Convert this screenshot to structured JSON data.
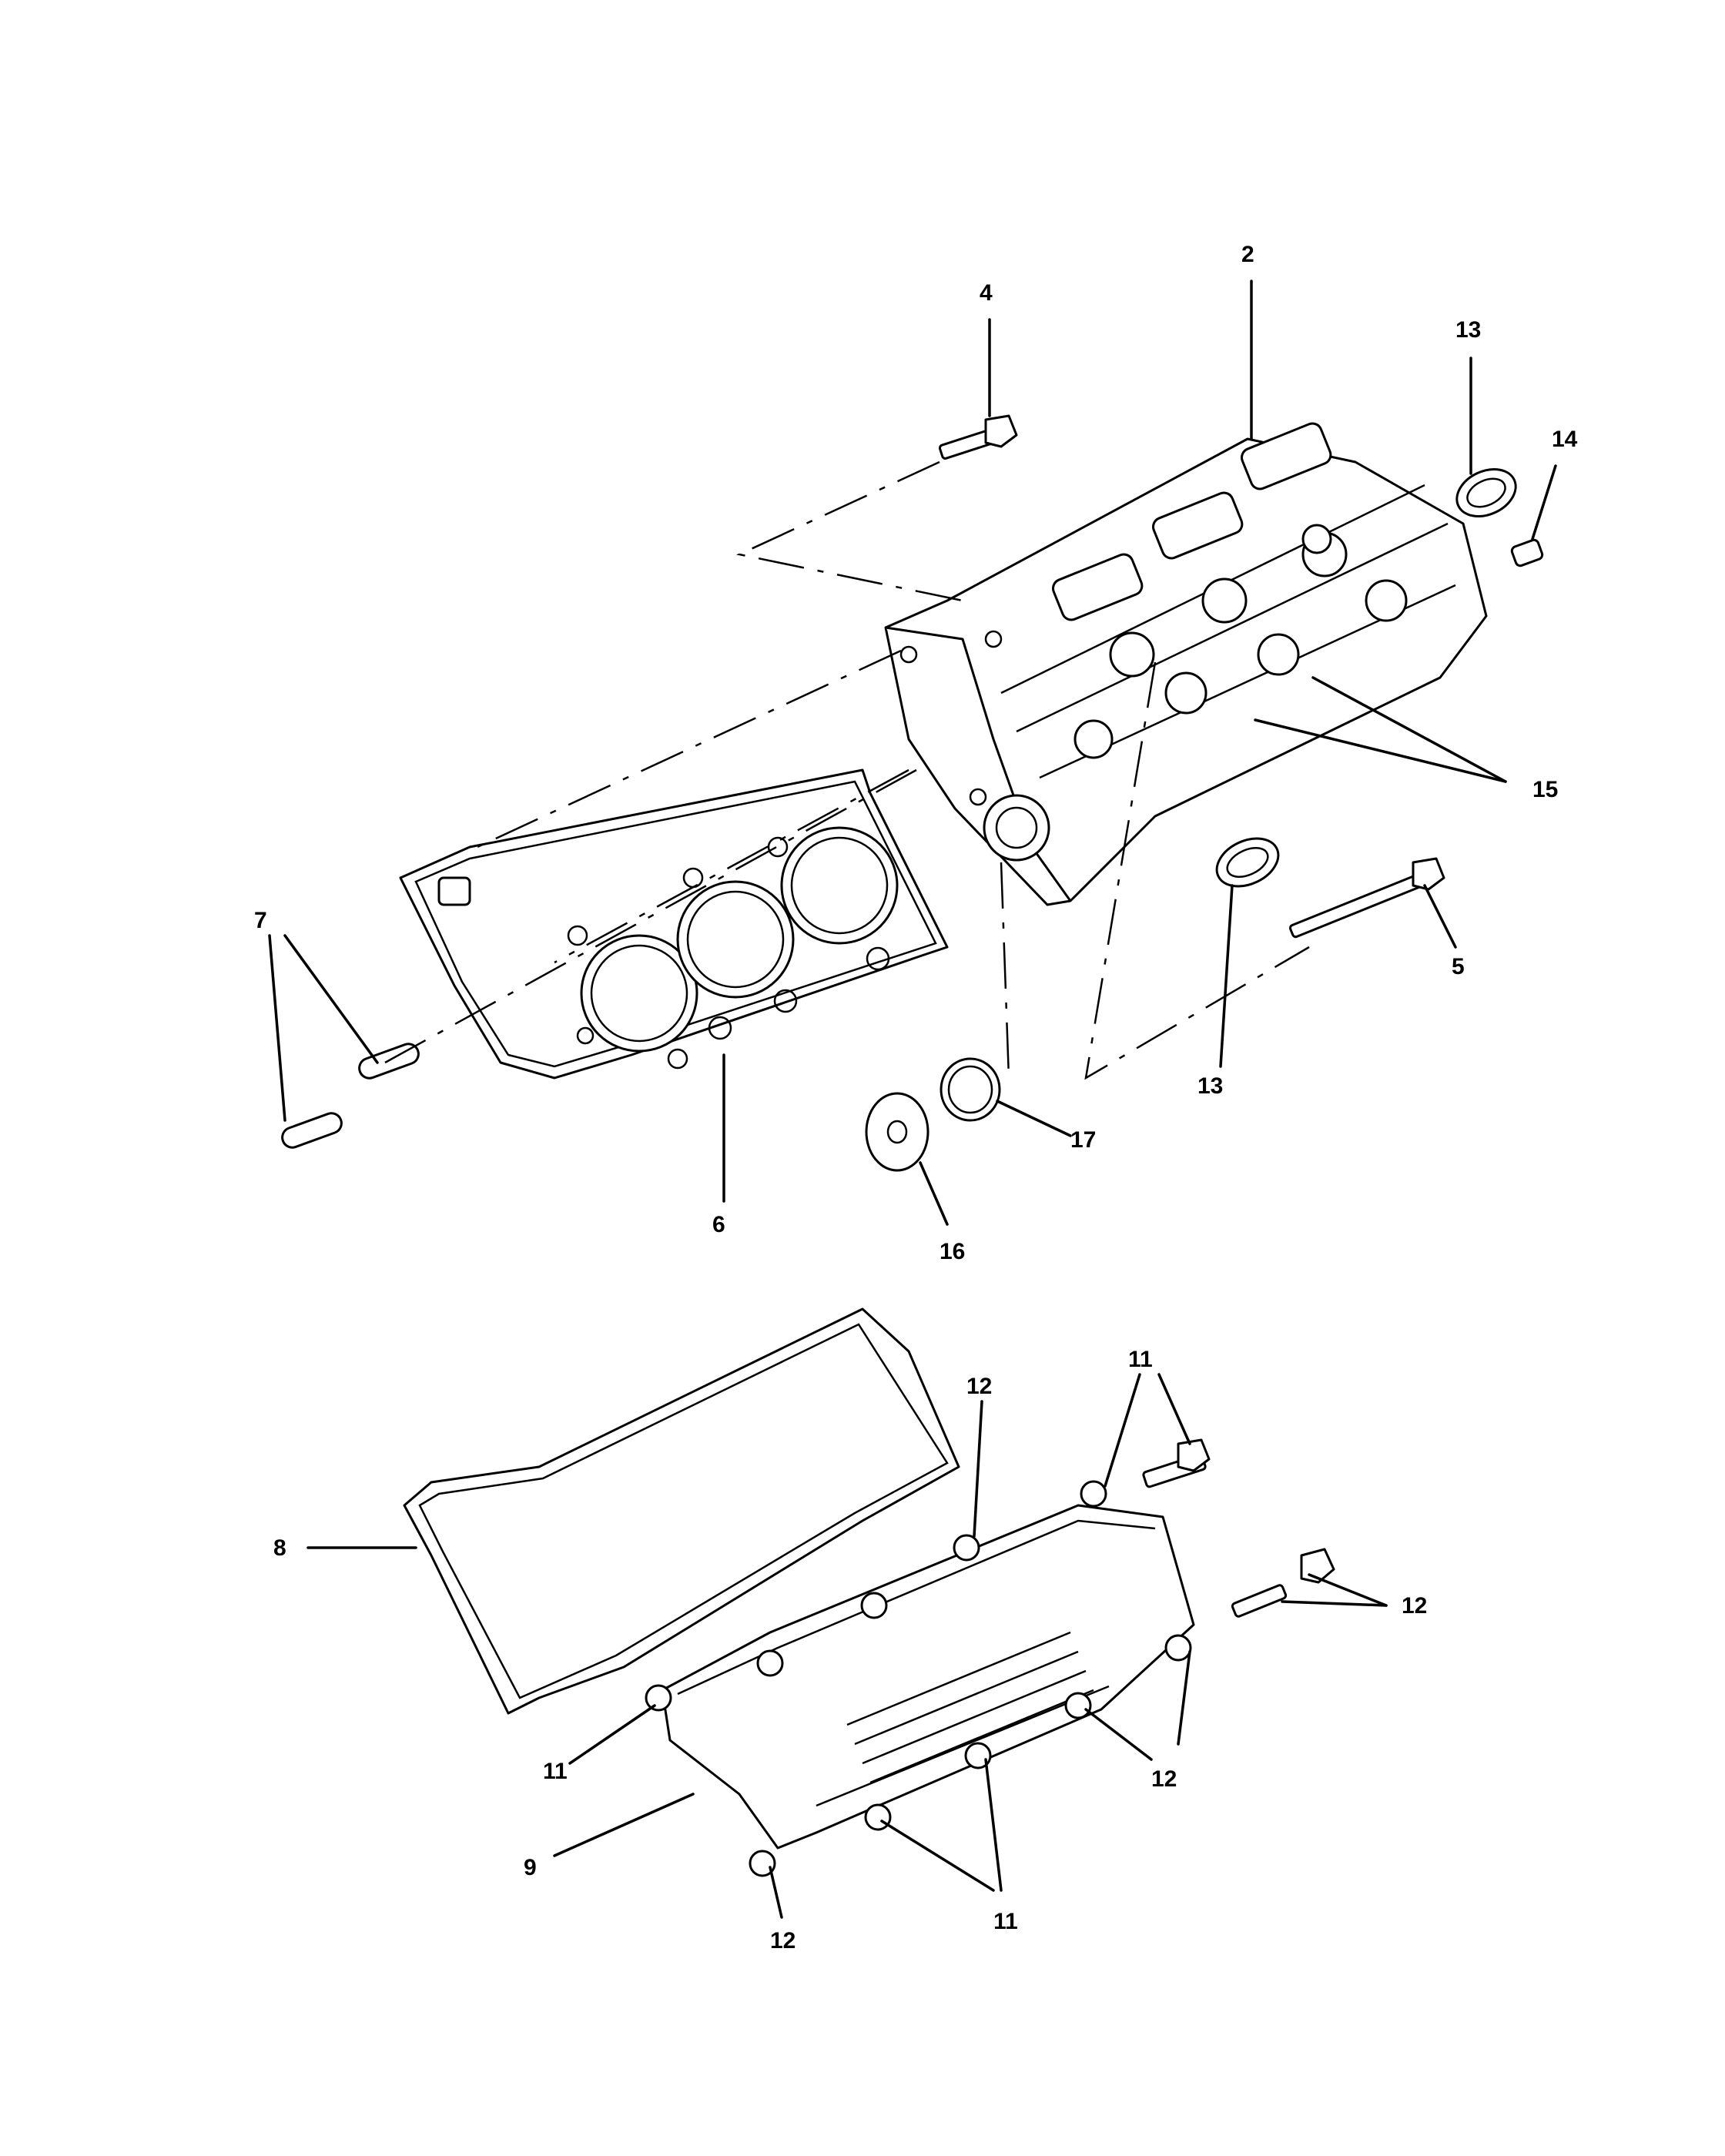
{
  "callouts": {
    "c2": "2",
    "c4": "4",
    "c5": "5",
    "c6": "6",
    "c7": "7",
    "c8": "8",
    "c9": "9",
    "c11a": "11",
    "c11b": "11",
    "c11c": "11",
    "c12a": "12",
    "c12b": "12",
    "c12c": "12",
    "c12d": "12",
    "c13a": "13",
    "c13b": "13",
    "c14": "14",
    "c15": "15",
    "c16": "16",
    "c17": "17"
  },
  "colors": {
    "ink": "#000000",
    "paper": "#ffffff"
  }
}
